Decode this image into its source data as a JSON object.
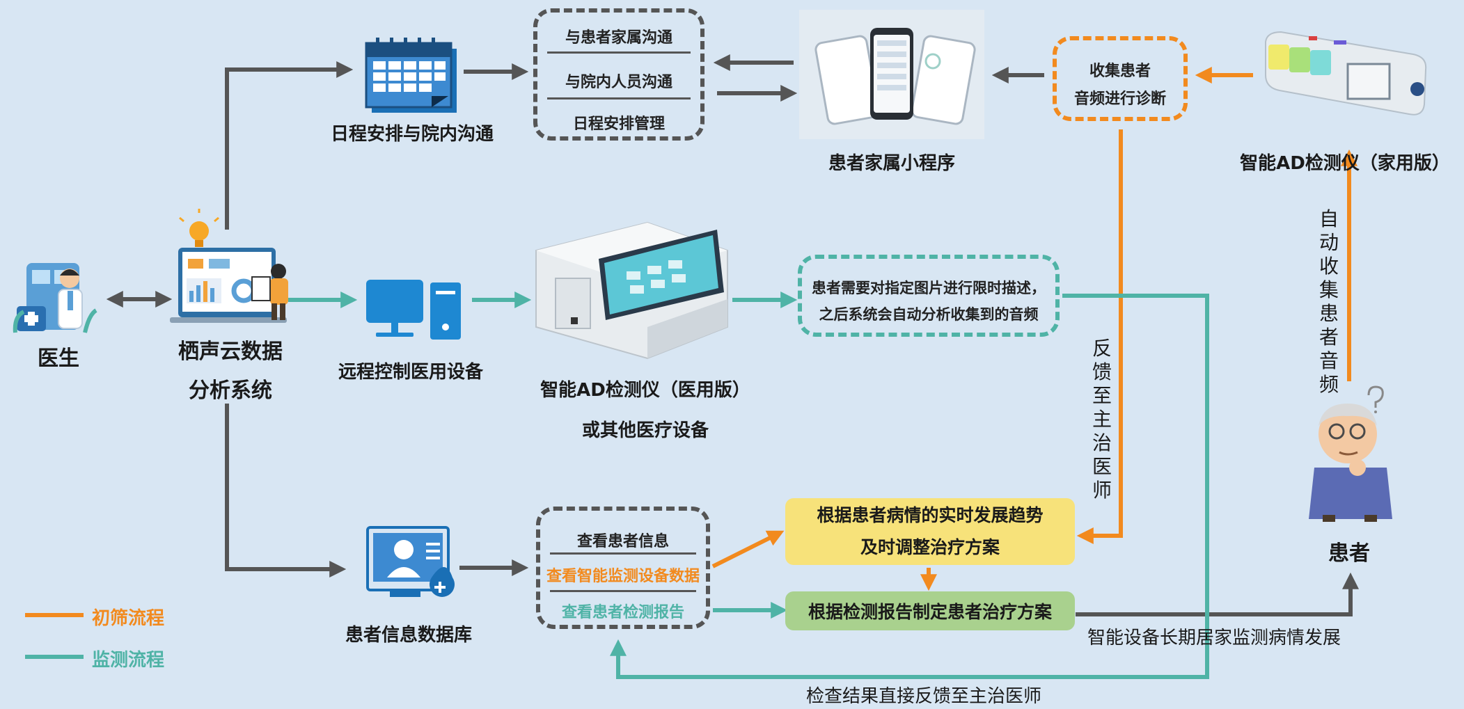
{
  "nodes": {
    "doctor": "医生",
    "cloud_line1": "栖声云数据",
    "cloud_line2": "分析系统",
    "schedule": "日程安排与院内沟通",
    "remote": "远程控制医用设备",
    "database": "患者信息数据库",
    "device_med_line1": "智能AD检测仪（医用版）",
    "device_med_line2": "或其他医疗设备",
    "miniprogram": "患者家属小程序",
    "device_home": "智能AD检测仪（家用版）",
    "patient": "患者"
  },
  "comm_box": {
    "items": [
      "与患者家属沟通",
      "与院内人员沟通",
      "日程安排管理"
    ]
  },
  "collect_box": {
    "line1": "收集患者",
    "line2": "音频进行诊断"
  },
  "describe_box": {
    "line1": "患者需要对指定图片进行限时描述，",
    "line2": "之后系统会自动分析收集到的音频"
  },
  "view_box": {
    "item1": "查看患者信息",
    "item2": "查看智能监测设备数据",
    "item3": "查看患者检测报告"
  },
  "adjust_box": {
    "line1": "根据患者病情的实时发展趋势",
    "line2": "及时调整治疗方案"
  },
  "plan_box": "根据检测报告制定患者治疗方案",
  "edge_labels": {
    "feedback_vertical": "反馈至主治医师",
    "auto_collect_vertical": "自动收集患者音频",
    "long_term": "智能设备长期居家监测病情发展",
    "direct_feedback": "检查结果直接反馈至主治医师"
  },
  "legend": [
    {
      "label": "初筛流程",
      "color": "#f28a1e"
    },
    {
      "label": "监测流程",
      "color": "#4fb3a6"
    }
  ],
  "colors": {
    "background": "#d8e6f3",
    "gray_arrow": "#555555",
    "orange": "#f28a1e",
    "teal": "#4fb3a6",
    "yellow_box": "#f7e27a",
    "green_box": "#a9d18e",
    "device_blue": "#1a7bc4"
  }
}
